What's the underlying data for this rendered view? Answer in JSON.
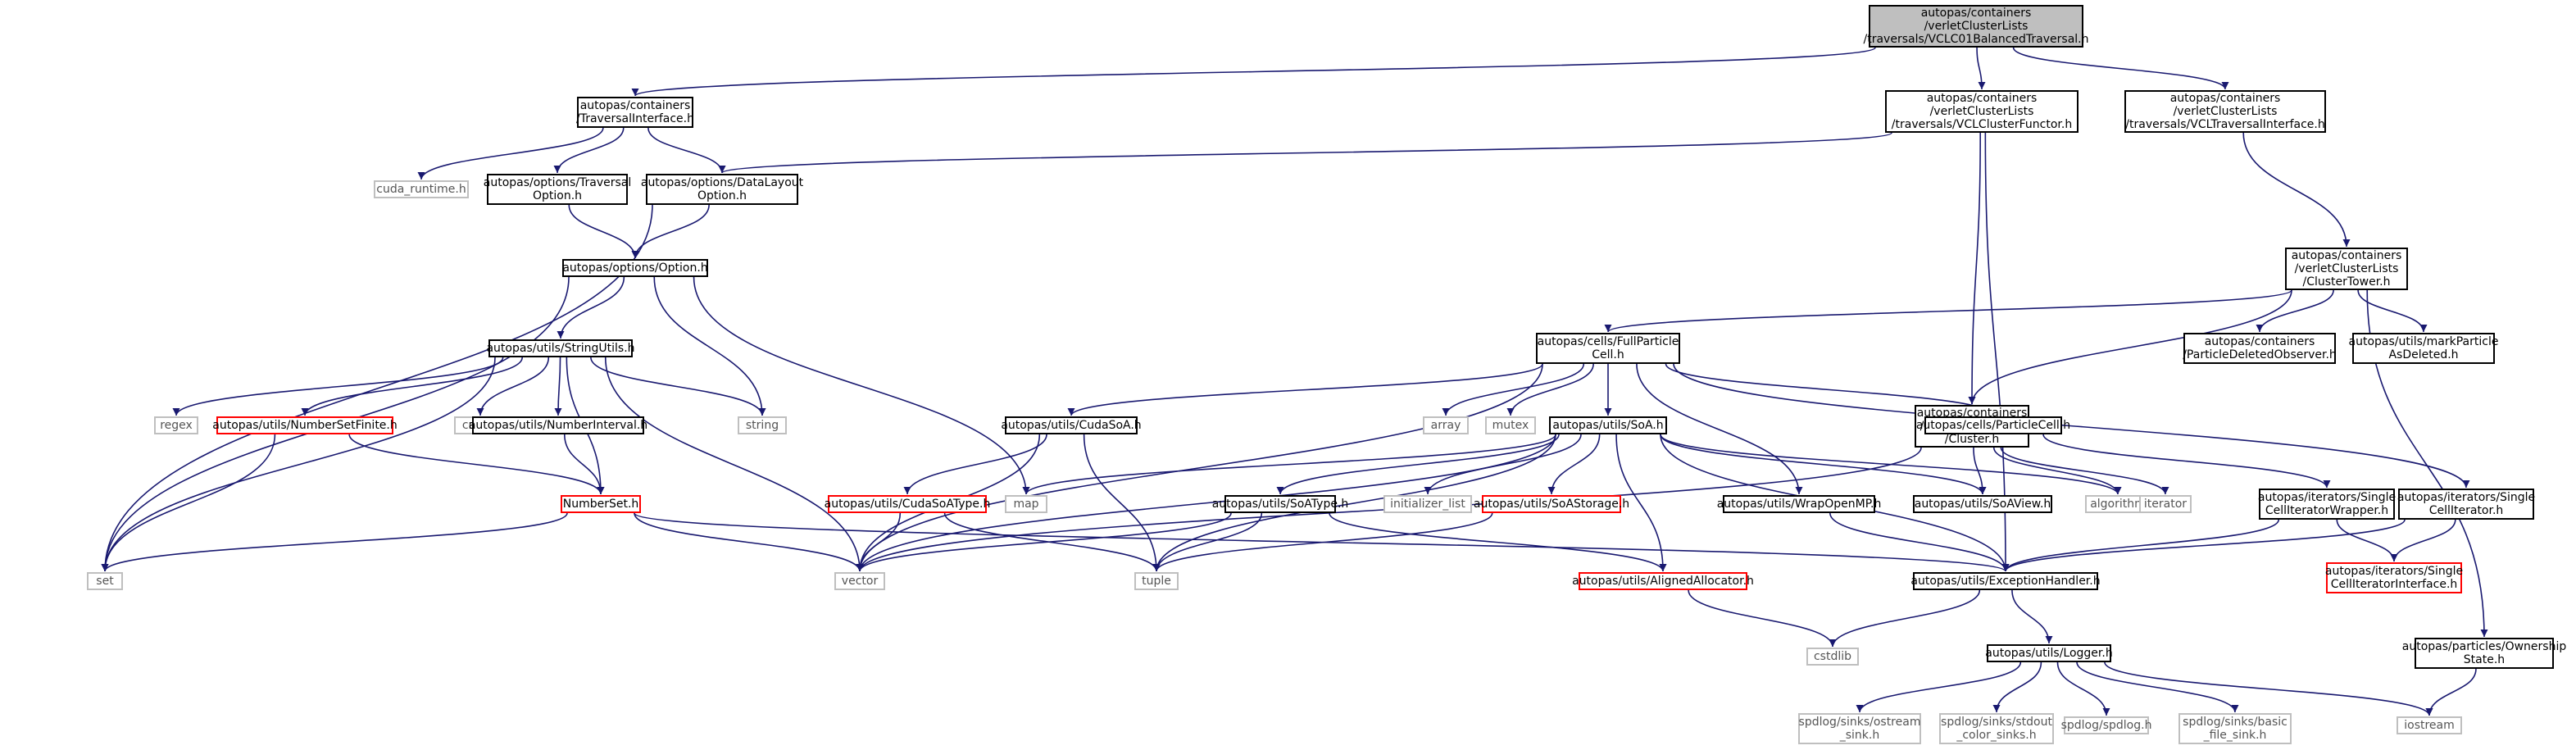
{
  "colors": {
    "edge": "#191970",
    "border": "#000000",
    "incomplete_border": "#ff0000",
    "external_border": "#bfbfbf",
    "root_fill": "#bfbfbf"
  },
  "nodes": [
    {
      "id": "vclc01",
      "lines": [
        "autopas/containers",
        "/verletClusterLists",
        "/traversals/VCLC01BalancedTraversal.h"
      ],
      "style": "root"
    },
    {
      "id": "traversalinterface",
      "lines": [
        "autopas/containers",
        "/TraversalInterface.h"
      ],
      "style": "normal"
    },
    {
      "id": "vclclusterfunctor",
      "lines": [
        "autopas/containers",
        "/verletClusterLists",
        "/traversals/VCLClusterFunctor.h"
      ],
      "style": "normal"
    },
    {
      "id": "vcltraversalinterface",
      "lines": [
        "autopas/containers",
        "/verletClusterLists",
        "/traversals/VCLTraversalInterface.h"
      ],
      "style": "normal"
    },
    {
      "id": "cuda_runtime",
      "lines": [
        "cuda_runtime.h"
      ],
      "style": "external"
    },
    {
      "id": "traversaloption",
      "lines": [
        "autopas/options/Traversal",
        "Option.h"
      ],
      "style": "normal"
    },
    {
      "id": "datalayoutoption",
      "lines": [
        "autopas/options/DataLayout",
        "Option.h"
      ],
      "style": "normal"
    },
    {
      "id": "option",
      "lines": [
        "autopas/options/Option.h"
      ],
      "style": "normal"
    },
    {
      "id": "clustertower",
      "lines": [
        "autopas/containers",
        "/verletClusterLists",
        "/ClusterTower.h"
      ],
      "style": "normal"
    },
    {
      "id": "stringutils",
      "lines": [
        "autopas/utils/StringUtils.h"
      ],
      "style": "normal"
    },
    {
      "id": "fullparticlecell",
      "lines": [
        "autopas/cells/FullParticle",
        "Cell.h"
      ],
      "style": "normal"
    },
    {
      "id": "particledeletedobserver",
      "lines": [
        "autopas/containers",
        "/ParticleDeletedObserver.h"
      ],
      "style": "normal"
    },
    {
      "id": "markparticleasdeleted",
      "lines": [
        "autopas/utils/markParticle",
        "AsDeleted.h"
      ],
      "style": "normal"
    },
    {
      "id": "regex",
      "lines": [
        "regex"
      ],
      "style": "external"
    },
    {
      "id": "numbersetfinite",
      "lines": [
        "autopas/utils/NumberSetFinite.h"
      ],
      "style": "red"
    },
    {
      "id": "cmath",
      "lines": [
        "cmath"
      ],
      "style": "external"
    },
    {
      "id": "numberinterval",
      "lines": [
        "autopas/utils/NumberInterval.h"
      ],
      "style": "normal"
    },
    {
      "id": "string",
      "lines": [
        "string"
      ],
      "style": "external"
    },
    {
      "id": "cudasoa",
      "lines": [
        "autopas/utils/CudaSoA.h"
      ],
      "style": "normal"
    },
    {
      "id": "array",
      "lines": [
        "array"
      ],
      "style": "external"
    },
    {
      "id": "mutex",
      "lines": [
        "mutex"
      ],
      "style": "external"
    },
    {
      "id": "soa",
      "lines": [
        "autopas/utils/SoA.h"
      ],
      "style": "normal"
    },
    {
      "id": "cluster",
      "lines": [
        "autopas/containers",
        "/verletClusterLists",
        "/Cluster.h"
      ],
      "style": "normal"
    },
    {
      "id": "particlecell",
      "lines": [
        "autopas/cells/ParticleCell.h"
      ],
      "style": "normal"
    },
    {
      "id": "singlecelliterator",
      "lines": [
        "autopas/iterators/Single",
        "CellIterator.h"
      ],
      "style": "normal"
    },
    {
      "id": "numberset",
      "lines": [
        "NumberSet.h"
      ],
      "style": "red"
    },
    {
      "id": "cudasoatype",
      "lines": [
        "autopas/utils/CudaSoAType.h"
      ],
      "style": "red"
    },
    {
      "id": "map",
      "lines": [
        "map"
      ],
      "style": "external"
    },
    {
      "id": "soatype",
      "lines": [
        "autopas/utils/SoAType.h"
      ],
      "style": "normal"
    },
    {
      "id": "initializer_list",
      "lines": [
        "initializer_list"
      ],
      "style": "external"
    },
    {
      "id": "soastorage",
      "lines": [
        "autopas/utils/SoAStorage.h"
      ],
      "style": "red"
    },
    {
      "id": "wrapopenmp",
      "lines": [
        "autopas/utils/WrapOpenMP.h"
      ],
      "style": "normal"
    },
    {
      "id": "soaview",
      "lines": [
        "autopas/utils/SoAView.h"
      ],
      "style": "normal"
    },
    {
      "id": "algorithm",
      "lines": [
        "algorithm"
      ],
      "style": "external"
    },
    {
      "id": "iterator",
      "lines": [
        "iterator"
      ],
      "style": "external"
    },
    {
      "id": "singlecelliteratorwrapper",
      "lines": [
        "autopas/iterators/Single",
        "CellIteratorWrapper.h"
      ],
      "style": "normal"
    },
    {
      "id": "set",
      "lines": [
        "set"
      ],
      "style": "external"
    },
    {
      "id": "vector",
      "lines": [
        "vector"
      ],
      "style": "external"
    },
    {
      "id": "tuple",
      "lines": [
        "tuple"
      ],
      "style": "external"
    },
    {
      "id": "alignedallocator",
      "lines": [
        "autopas/utils/AlignedAllocator.h"
      ],
      "style": "red"
    },
    {
      "id": "exceptionhandler",
      "lines": [
        "autopas/utils/ExceptionHandler.h"
      ],
      "style": "normal"
    },
    {
      "id": "singlecelliteratorinterface",
      "lines": [
        "autopas/iterators/Single",
        "CellIteratorInterface.h"
      ],
      "style": "red"
    },
    {
      "id": "cstdlib",
      "lines": [
        "cstdlib"
      ],
      "style": "external"
    },
    {
      "id": "logger",
      "lines": [
        "autopas/utils/Logger.h"
      ],
      "style": "normal"
    },
    {
      "id": "ownershipstate",
      "lines": [
        "autopas/particles/Ownership",
        "State.h"
      ],
      "style": "normal"
    },
    {
      "id": "iostream",
      "lines": [
        "iostream"
      ],
      "style": "external"
    },
    {
      "id": "ostream_sink",
      "lines": [
        "spdlog/sinks/ostream",
        "_sink.h"
      ],
      "style": "external"
    },
    {
      "id": "stdout_color_sinks",
      "lines": [
        "spdlog/sinks/stdout",
        "_color_sinks.h"
      ],
      "style": "external"
    },
    {
      "id": "spdlog",
      "lines": [
        "spdlog/spdlog.h"
      ],
      "style": "external"
    },
    {
      "id": "basic_file_sink",
      "lines": [
        "spdlog/sinks/basic",
        "_file_sink.h"
      ],
      "style": "external"
    }
  ],
  "edges": [
    [
      "vclc01",
      "traversalinterface"
    ],
    [
      "vclc01",
      "vclclusterfunctor"
    ],
    [
      "vclc01",
      "vcltraversalinterface"
    ],
    [
      "traversalinterface",
      "cuda_runtime"
    ],
    [
      "traversalinterface",
      "traversaloption"
    ],
    [
      "traversalinterface",
      "datalayoutoption"
    ],
    [
      "vclclusterfunctor",
      "datalayoutoption"
    ],
    [
      "vclclusterfunctor",
      "cluster"
    ],
    [
      "vclclusterfunctor",
      "exceptionhandler"
    ],
    [
      "vcltraversalinterface",
      "clustertower"
    ],
    [
      "traversaloption",
      "option"
    ],
    [
      "datalayoutoption",
      "option"
    ],
    [
      "datalayoutoption",
      "set"
    ],
    [
      "option",
      "stringutils"
    ],
    [
      "option",
      "string"
    ],
    [
      "option",
      "map"
    ],
    [
      "option",
      "set"
    ],
    [
      "stringutils",
      "regex"
    ],
    [
      "stringutils",
      "numbersetfinite"
    ],
    [
      "stringutils",
      "cmath"
    ],
    [
      "stringutils",
      "numberinterval"
    ],
    [
      "stringutils",
      "string"
    ],
    [
      "stringutils",
      "numberset"
    ],
    [
      "stringutils",
      "set"
    ],
    [
      "stringutils",
      "vector"
    ],
    [
      "numbersetfinite",
      "numberset"
    ],
    [
      "numbersetfinite",
      "set"
    ],
    [
      "numberinterval",
      "numberset"
    ],
    [
      "numberset",
      "set"
    ],
    [
      "numberset",
      "vector"
    ],
    [
      "numberset",
      "exceptionhandler"
    ],
    [
      "clustertower",
      "fullparticlecell"
    ],
    [
      "clustertower",
      "particledeletedobserver"
    ],
    [
      "clustertower",
      "markparticleasdeleted"
    ],
    [
      "clustertower",
      "cluster"
    ],
    [
      "clustertower",
      "ownershipstate"
    ],
    [
      "fullparticlecell",
      "cudasoa"
    ],
    [
      "fullparticlecell",
      "array"
    ],
    [
      "fullparticlecell",
      "mutex"
    ],
    [
      "fullparticlecell",
      "soa"
    ],
    [
      "fullparticlecell",
      "particlecell"
    ],
    [
      "fullparticlecell",
      "singlecelliterator"
    ],
    [
      "fullparticlecell",
      "wrapopenmp"
    ],
    [
      "fullparticlecell",
      "vector"
    ],
    [
      "cudasoa",
      "cudasoatype"
    ],
    [
      "cudasoa",
      "tuple"
    ],
    [
      "cudasoa",
      "vector"
    ],
    [
      "cudasoatype",
      "vector"
    ],
    [
      "cudasoatype",
      "tuple"
    ],
    [
      "soa",
      "map"
    ],
    [
      "soa",
      "soatype"
    ],
    [
      "soa",
      "initializer_list"
    ],
    [
      "soa",
      "soastorage"
    ],
    [
      "soa",
      "alignedallocator"
    ],
    [
      "soa",
      "soaview"
    ],
    [
      "soa",
      "algorithm"
    ],
    [
      "soa",
      "vector"
    ],
    [
      "soa",
      "tuple"
    ],
    [
      "soa",
      "exceptionhandler"
    ],
    [
      "soatype",
      "tuple"
    ],
    [
      "soatype",
      "vector"
    ],
    [
      "soatype",
      "alignedallocator"
    ],
    [
      "soastorage",
      "tuple"
    ],
    [
      "alignedallocator",
      "cstdlib"
    ],
    [
      "wrapopenmp",
      "exceptionhandler"
    ],
    [
      "cluster",
      "soaview"
    ],
    [
      "cluster",
      "algorithm"
    ],
    [
      "cluster",
      "iterator"
    ],
    [
      "cluster",
      "vector"
    ],
    [
      "particlecell",
      "singlecelliteratorwrapper"
    ],
    [
      "singlecelliteratorwrapper",
      "singlecelliteratorinterface"
    ],
    [
      "singlecelliteratorwrapper",
      "exceptionhandler"
    ],
    [
      "singlecelliterator",
      "singlecelliteratorinterface"
    ],
    [
      "singlecelliterator",
      "exceptionhandler"
    ],
    [
      "exceptionhandler",
      "logger"
    ],
    [
      "exceptionhandler",
      "cstdlib"
    ],
    [
      "logger",
      "ostream_sink"
    ],
    [
      "logger",
      "stdout_color_sinks"
    ],
    [
      "logger",
      "spdlog"
    ],
    [
      "logger",
      "basic_file_sink"
    ],
    [
      "logger",
      "iostream"
    ],
    [
      "ownershipstate",
      "iostream"
    ]
  ]
}
